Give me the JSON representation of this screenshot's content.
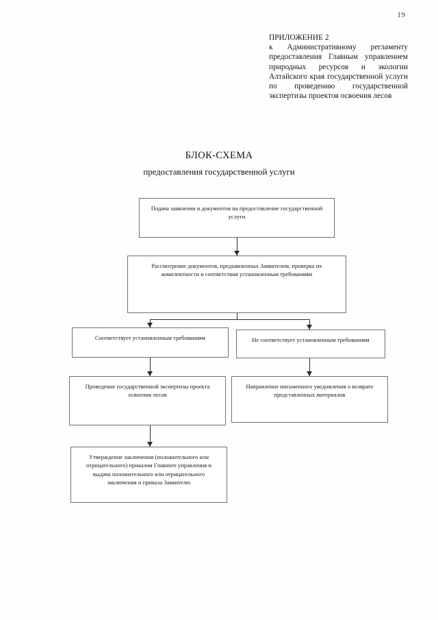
{
  "page": {
    "number": "19"
  },
  "appendix_header": {
    "title": "ПРИЛОЖЕНИЕ 2",
    "body": "к Административному регламенту предоставления Главным управлением природных ресурсов и экологии Алтайского края государственной услуги по проведению государственной экспертизы проектов освоения лесов"
  },
  "document": {
    "title": "БЛОК-СХЕМА",
    "subtitle": "предоставления государственной услуги"
  },
  "flowchart": {
    "nodes": [
      {
        "id": "application",
        "text": "Подача заявления и документов на предоставление государственной услуги"
      },
      {
        "id": "review",
        "text": "Рассмотрение документов, предъявленных Заявителем, проверка их комплектности и соответствия  установленным требованиям"
      },
      {
        "id": "compliant",
        "text": "Соответствует установленным требованиям"
      },
      {
        "id": "noncompliant",
        "text": "Не соответствует установленным требованиям"
      },
      {
        "id": "expertise",
        "text": "Проведение государственной экспертизы проекта освоения лесов"
      },
      {
        "id": "notification",
        "text": "Направление письменного уведомления о возврате представленных материалов"
      },
      {
        "id": "approval",
        "text": "Утверждение заключения (положительного или отрицательного) приказом Главного управления и выдача положительного или отрицательного заключения и приказа Заявителю"
      }
    ]
  },
  "colors": {
    "page_background": "#fefefe",
    "text": "#161616",
    "box_border": "#6f6f6f",
    "connector": "#2b2b2b"
  }
}
